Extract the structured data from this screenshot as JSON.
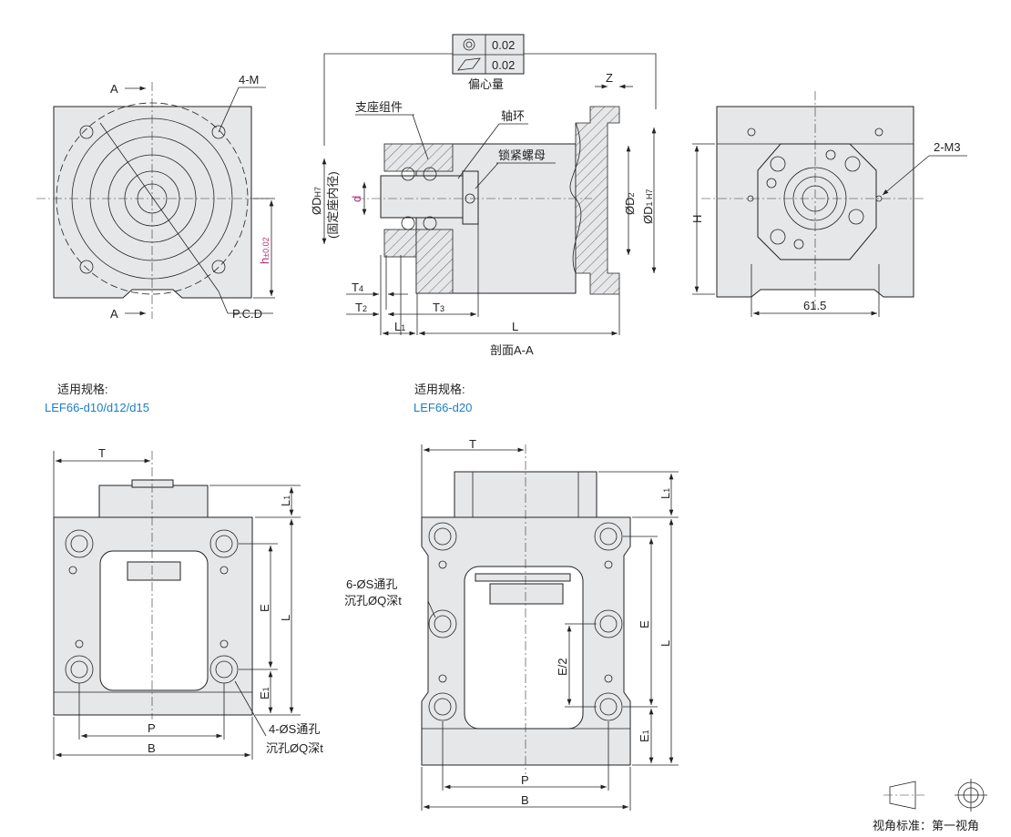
{
  "colors": {
    "accent_blue": "#1a7fc1",
    "magenta": "#b0307a",
    "fill": "#e6e7e9"
  },
  "front_view": {
    "section_mark_top": "A",
    "section_mark_bottom": "A",
    "thread_label": "4-M",
    "pcd_label": "P.C.D",
    "h_label": "h",
    "h_tol": "±0.02"
  },
  "section_view": {
    "tolerance": [
      {
        "symbol": "concentricity-icon",
        "value": "0.02"
      },
      {
        "symbol": "total-runout-icon",
        "value": "0.02"
      }
    ],
    "tolerance_caption": "偏心量",
    "z_label": "Z",
    "support_label": "支座组件",
    "collar_label": "轴环",
    "locknut_label": "锁紧螺母",
    "d_label": "ØD",
    "d_sub": "H7",
    "d_note": "(固定座内径)",
    "shaft_d": "d",
    "d2_label": "ØD",
    "d2_sub": "2",
    "d1_label": "ØD",
    "d1_sub": "1 H7",
    "t4": "T",
    "t4_sub": "4",
    "t2": "T",
    "t2_sub": "2",
    "t3": "T",
    "t3_sub": "3",
    "l1": "L",
    "l1_sub": "1",
    "l": "L",
    "caption": "剖面A-A"
  },
  "side_view": {
    "thread_label": "2-M3",
    "h_label": "H",
    "width_value": "61.5"
  },
  "spec_left": {
    "title": "适用规格:",
    "models": "LEF66-d10/d12/d15",
    "t": "T",
    "l1": "L",
    "l1_sub": "1",
    "e": "E",
    "l": "L",
    "e1": "E",
    "e1_sub": "1",
    "p": "P",
    "b": "B",
    "hole_note1": "4-ØS通孔",
    "hole_note2": "沉孔ØQ深t"
  },
  "spec_right": {
    "title": "适用规格:",
    "models": "LEF66-d20",
    "t": "T",
    "l1": "L",
    "l1_sub": "1",
    "e": "E",
    "e_half": "E/2",
    "l": "L",
    "e1": "E",
    "e1_sub": "1",
    "p": "P",
    "b": "B",
    "hole_note1": "6-ØS通孔",
    "hole_note2": "沉孔ØQ深t"
  },
  "legend": {
    "label": "视角标准：第一视角"
  }
}
